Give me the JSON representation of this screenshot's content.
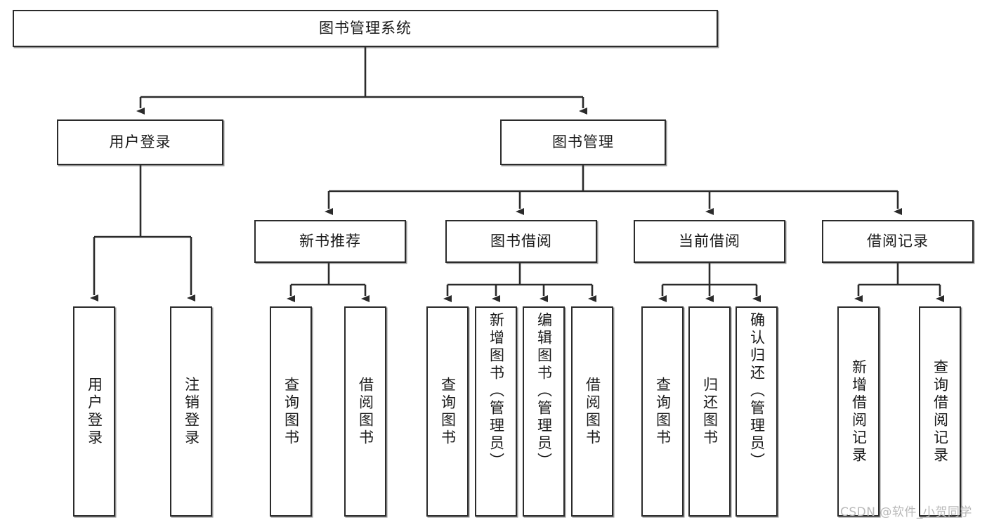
{
  "diagram": {
    "type": "tree-hierarchy",
    "title": "图书管理系统",
    "root": {
      "id": "root",
      "label": "图书管理系统"
    },
    "level1": [
      {
        "id": "user-login",
        "label": "用户登录"
      },
      {
        "id": "book-management",
        "label": "图书管理"
      }
    ],
    "level2": [
      {
        "id": "new-book-recommend",
        "label": "新书推荐",
        "parent": "book-management"
      },
      {
        "id": "book-borrow",
        "label": "图书借阅",
        "parent": "book-management"
      },
      {
        "id": "current-borrow",
        "label": "当前借阅",
        "parent": "book-management"
      },
      {
        "id": "borrow-record",
        "label": "借阅记录",
        "parent": "book-management"
      }
    ],
    "leaves": {
      "user_login": [
        {
          "id": "leaf-user-login",
          "label": "用户登录"
        },
        {
          "id": "leaf-logout",
          "label": "注销登录"
        }
      ],
      "new_book_recommend": [
        {
          "id": "leaf-query-book-1",
          "label": "查询图书"
        },
        {
          "id": "leaf-borrow-book-1",
          "label": "借阅图书"
        }
      ],
      "book_borrow": [
        {
          "id": "leaf-query-book-2",
          "label": "查询图书"
        },
        {
          "id": "leaf-add-book",
          "label": "新增图书（管理员）"
        },
        {
          "id": "leaf-edit-book",
          "label": "编辑图书（管理员）"
        },
        {
          "id": "leaf-borrow-book-2",
          "label": "借阅图书"
        }
      ],
      "current_borrow": [
        {
          "id": "leaf-query-book-3",
          "label": "查询图书"
        },
        {
          "id": "leaf-return-book",
          "label": "归还图书"
        },
        {
          "id": "leaf-confirm-return",
          "label": "确认归还（管理员）"
        }
      ],
      "borrow_record": [
        {
          "id": "leaf-add-record",
          "label": "新增借阅记录"
        },
        {
          "id": "leaf-query-record",
          "label": "查询借阅记录"
        }
      ]
    },
    "colors": {
      "stroke": "#2b2b2b",
      "fill": "#ffffff",
      "text": "#1a1a1a",
      "watermark": "#b9b9b9"
    }
  },
  "watermark": {
    "text": "CSDN @软件_小贺同学"
  }
}
